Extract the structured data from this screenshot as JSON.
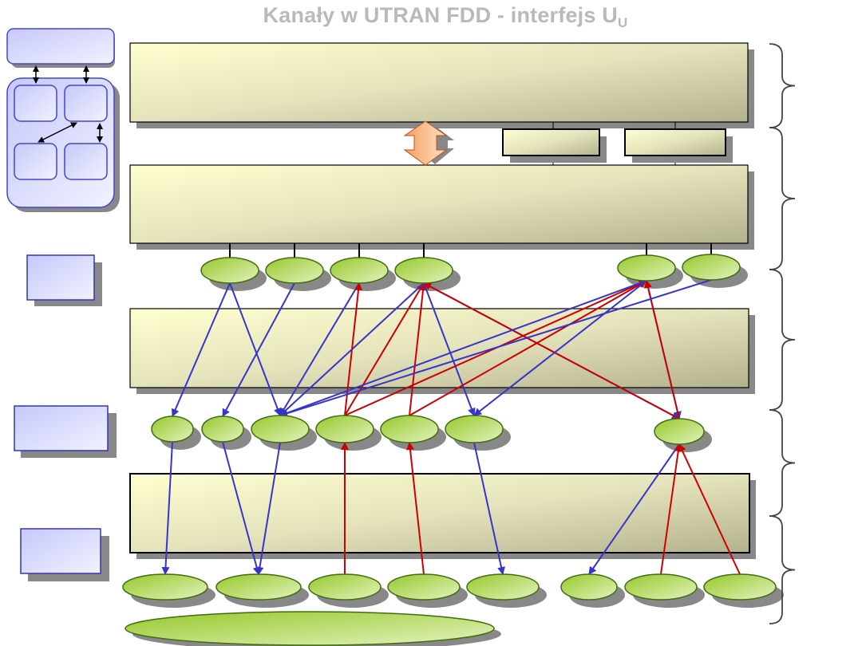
{
  "title": {
    "main": "Kanały w UTRAN FDD - interfejs U",
    "subscript": "U"
  },
  "colors": {
    "title": "#b9b9b9",
    "downlink_arrow": "#3535cc",
    "uplink_arrow": "#cc0000",
    "channel_fill_start": "#9acd32",
    "channel_fill_end": "#e0f0b8",
    "channel_stroke": "#3f6d0f",
    "layer_fill_start": "#ffffd0",
    "layer_fill_end": "#b5b490",
    "legend_box_fill": "#ccccff",
    "legend_box_stroke": "#3333bb",
    "interlayer_arrow": "#f5a36b"
  },
  "layers": [
    {
      "id": "L3-upper",
      "label": ""
    },
    {
      "id": "L3-rrc",
      "label": ""
    },
    {
      "id": "L2-mac",
      "label": ""
    },
    {
      "id": "L1-phy",
      "label": ""
    }
  ],
  "side_boxes": [
    {
      "id": "sub-entity-a",
      "label": ""
    },
    {
      "id": "sub-entity-b",
      "label": ""
    }
  ],
  "legend_boxes": [
    {
      "id": "protocol-stack-model",
      "label": ""
    },
    {
      "id": "logical-channels-legend",
      "label": ""
    },
    {
      "id": "transport-channels-legend",
      "label": ""
    },
    {
      "id": "physical-channels-legend",
      "label": ""
    }
  ],
  "logical_channels": [
    "",
    "",
    "",
    "",
    "",
    ""
  ],
  "transport_channels": [
    "",
    "",
    "",
    "",
    "",
    "",
    ""
  ],
  "physical_channels": [
    "",
    "",
    "",
    "",
    "",
    "",
    "",
    ""
  ],
  "physical_wide_channel": "",
  "links": [
    {
      "from": "log0",
      "to": "tr0",
      "dir": "down"
    },
    {
      "from": "log0",
      "to": "tr2",
      "dir": "down"
    },
    {
      "from": "log1",
      "to": "tr1",
      "dir": "down"
    },
    {
      "from": "log2",
      "to": "tr2",
      "dir": "down"
    },
    {
      "from": "tr3",
      "to": "log2",
      "dir": "up"
    },
    {
      "from": "tr3",
      "to": "log3",
      "dir": "up"
    },
    {
      "from": "tr4",
      "to": "log3",
      "dir": "up"
    },
    {
      "from": "log3",
      "to": "tr2",
      "dir": "down"
    },
    {
      "from": "log3",
      "to": "tr5",
      "dir": "down"
    },
    {
      "from": "log3",
      "to": "tr6",
      "dir": "down"
    },
    {
      "from": "tr6",
      "to": "log3",
      "dir": "up"
    },
    {
      "from": "tr3",
      "to": "log4",
      "dir": "up"
    },
    {
      "from": "tr4",
      "to": "log4",
      "dir": "up"
    },
    {
      "from": "log4",
      "to": "tr2",
      "dir": "down"
    },
    {
      "from": "log4",
      "to": "tr5",
      "dir": "down"
    },
    {
      "from": "log4",
      "to": "tr6",
      "dir": "down"
    },
    {
      "from": "tr6",
      "to": "log4",
      "dir": "up"
    },
    {
      "from": "log5",
      "to": "tr2",
      "dir": "down"
    },
    {
      "from": "tr0",
      "to": "ph0",
      "dir": "down"
    },
    {
      "from": "tr1",
      "to": "ph1",
      "dir": "down"
    },
    {
      "from": "tr2",
      "to": "ph1",
      "dir": "down"
    },
    {
      "from": "ph2",
      "to": "tr3",
      "dir": "up"
    },
    {
      "from": "ph3",
      "to": "tr4",
      "dir": "up"
    },
    {
      "from": "tr5",
      "to": "ph4",
      "dir": "down"
    },
    {
      "from": "tr6",
      "to": "ph5",
      "dir": "down"
    },
    {
      "from": "ph6",
      "to": "tr6",
      "dir": "up"
    },
    {
      "from": "ph7",
      "to": "tr6",
      "dir": "up"
    }
  ],
  "braces": [
    "upper-layers",
    "layer-3",
    "layer-2",
    "layer-1"
  ]
}
